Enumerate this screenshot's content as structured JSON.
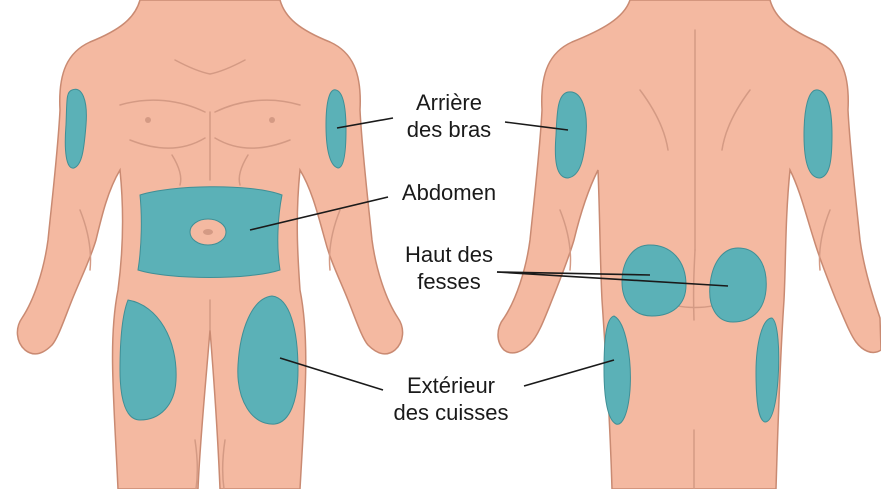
{
  "labels": {
    "arms": [
      "Arrière",
      "des bras"
    ],
    "abdomen": [
      "Abdomen"
    ],
    "buttocks": [
      "Haut des",
      "fesses"
    ],
    "thighs": [
      "Extérieur",
      "des cuisses"
    ]
  },
  "colors": {
    "skin": "#f4b9a1",
    "skin_outline": "#c98a72",
    "skin_line": "#d49a84",
    "zone": "#5bb1b7",
    "zone_outline": "#3f8f96",
    "leader": "#1a1a1a",
    "text": "#1a1a1a"
  },
  "icons": {
    "front": "front-body-figure",
    "back": "back-body-figure"
  }
}
